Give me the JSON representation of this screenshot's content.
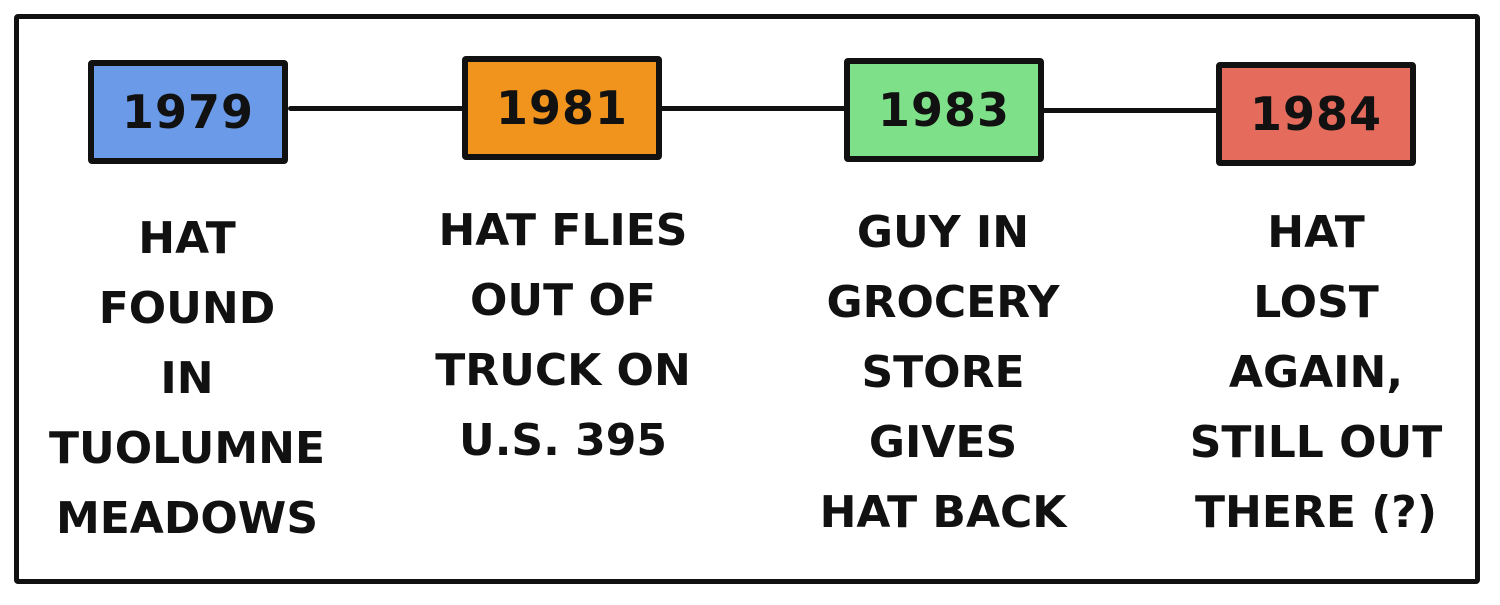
{
  "timeline": {
    "events": [
      {
        "year": "1979",
        "color": "#6b9be8",
        "text": "HAT\nFOUND\nIN\nTUOLUMNE\nMEADOWS"
      },
      {
        "year": "1981",
        "color": "#f0941e",
        "text": "HAT FLIES\nOUT OF\nTRUCK ON\nU.S. 395"
      },
      {
        "year": "1983",
        "color": "#7fe08a",
        "text": "GUY IN\nGROCERY\nSTORE\nGIVES\nHAT BACK"
      },
      {
        "year": "1984",
        "color": "#e56b5c",
        "text": "HAT\nLOST\nAGAIN,\nSTILL OUT\nTHERE (?)"
      }
    ]
  }
}
